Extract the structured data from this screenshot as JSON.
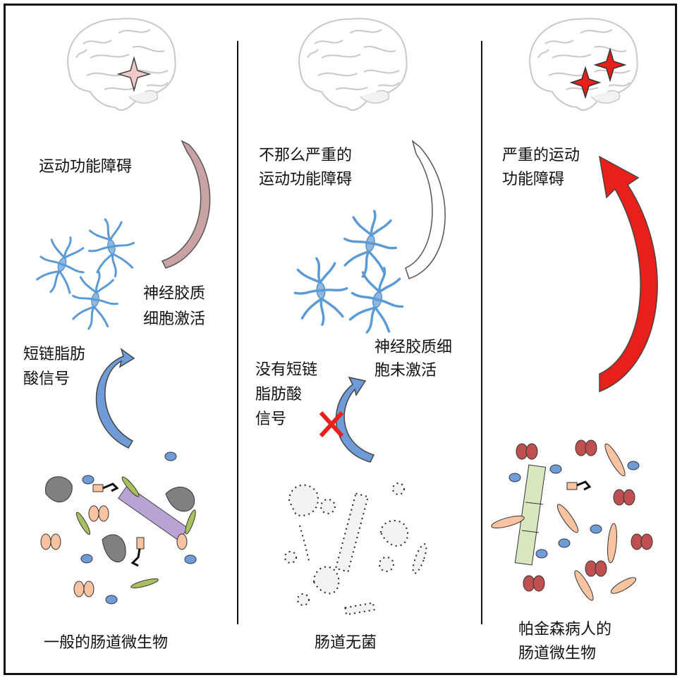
{
  "panels": [
    {
      "id": "normal",
      "label_motor": "运动功能障碍",
      "label_glia": [
        "神经胶质",
        "细胞激活"
      ],
      "label_scfa": [
        "短链脂肪",
        "酸信号"
      ],
      "caption": "一般的肠道微生物"
    },
    {
      "id": "germ-free",
      "label_motor": [
        "不那么严重的",
        "运动功能障碍"
      ],
      "label_glia": [
        "神经胶质细",
        "胞未激活"
      ],
      "label_scfa": [
        "没有短链",
        "脂肪酸",
        "信号"
      ],
      "block_mark": "X",
      "caption": "肠道无菌"
    },
    {
      "id": "parkinson",
      "label_motor": [
        "严重的运动",
        "功能障碍"
      ],
      "caption": [
        "帕金森病人的",
        "肠道微生物"
      ]
    }
  ],
  "colors": {
    "brain": "#c8c8c8",
    "spark_light": "#f2c9c9",
    "spark_red": "#e8201a",
    "glia": "#5a9bd5",
    "arrow_pink": "#c9a3a3",
    "arrow_white": "#ffffff",
    "arrow_red": "#e8201a",
    "arrow_blue": "#6f9bd8",
    "cross": "#e8201a",
    "microbe_gray": "#808080",
    "microbe_peach": "#f7c3a0",
    "microbe_green": "#a8c060",
    "microbe_purple": "#b9a2d4",
    "microbe_blue": "#6f9bd8",
    "microbe_red": "#c05050"
  }
}
